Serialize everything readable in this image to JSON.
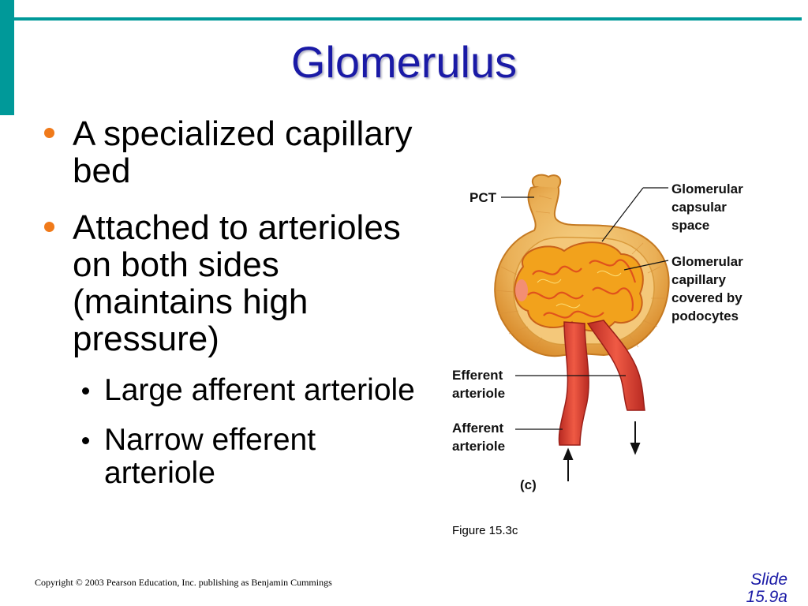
{
  "slide": {
    "title": "Glomerulus",
    "bullets": [
      {
        "text": "A specialized capillary bed"
      },
      {
        "text": "Attached to arterioles on both sides (maintains high pressure)",
        "sub": [
          "Large afferent arteriole",
          "Narrow efferent arteriole"
        ]
      }
    ],
    "figure": {
      "labels": {
        "pct": "PCT",
        "capsular_space": [
          "Glomerular",
          "capsular",
          "space"
        ],
        "capillary": [
          "Glomerular",
          "capillary",
          "covered by",
          "podocytes"
        ],
        "efferent": [
          "Efferent",
          "arteriole"
        ],
        "afferent": [
          "Afferent",
          "arteriole"
        ],
        "panel": "(c)"
      },
      "caption": "Figure 15.3c"
    },
    "copyright": "Copyright © 2003 Pearson Education, Inc. publishing as Benjamin Cummings",
    "slide_number": "Slide 15.9a"
  },
  "colors": {
    "accent": "#009999",
    "title": "#1a1aa6",
    "bullet": "#f07a1a",
    "capsule": "#e8a640",
    "capillary": "#f2a21c",
    "arteriole": "#d8392e"
  }
}
